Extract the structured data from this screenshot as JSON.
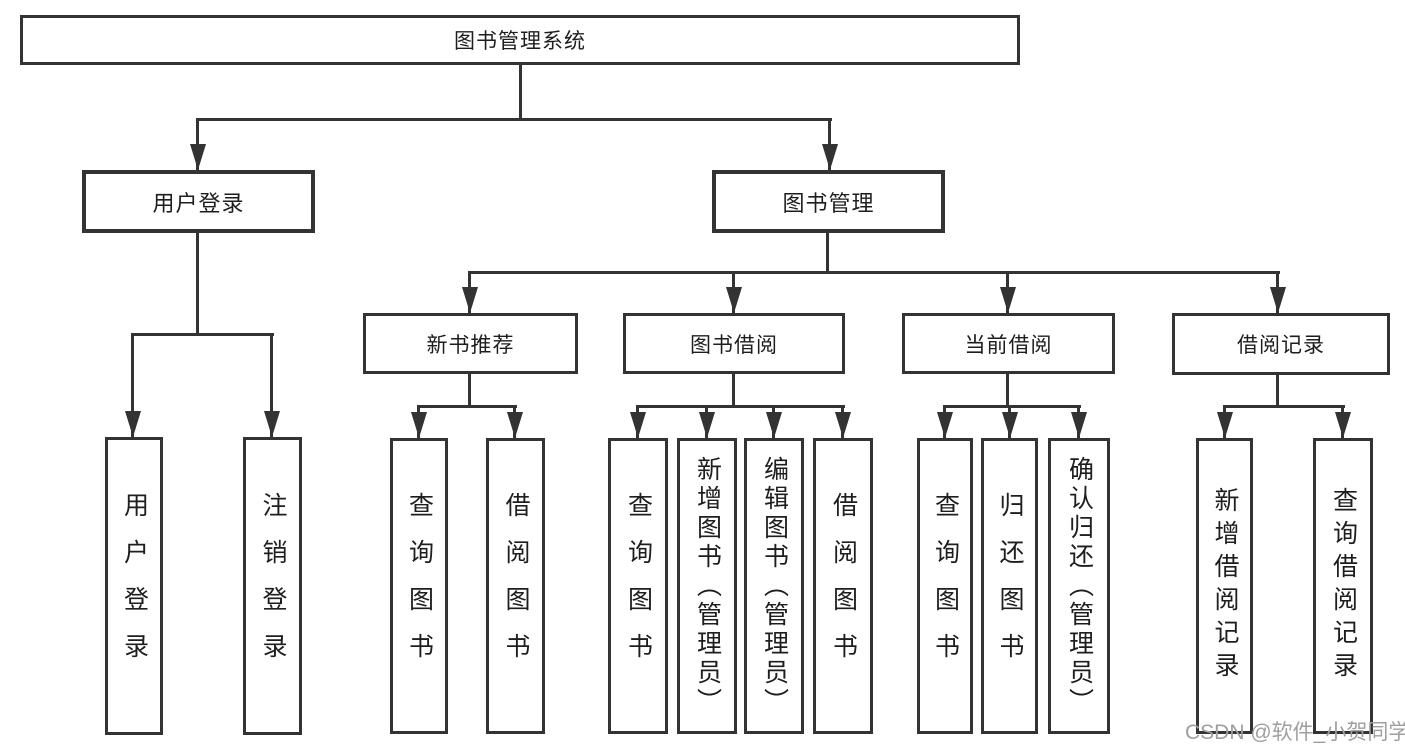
{
  "diagram": {
    "tree": {
      "root": {
        "label": "图书管理系统",
        "children": [
          {
            "label": "用户登录",
            "children": [
              {
                "label": "用户登录"
              },
              {
                "label": "注销登录"
              }
            ]
          },
          {
            "label": "图书管理",
            "children": [
              {
                "label": "新书推荐",
                "children": [
                  {
                    "label": "查询图书"
                  },
                  {
                    "label": "借阅图书"
                  }
                ]
              },
              {
                "label": "图书借阅",
                "children": [
                  {
                    "label": "查询图书"
                  },
                  {
                    "label": "新增图书（管理员）"
                  },
                  {
                    "label": "编辑图书（管理员）"
                  },
                  {
                    "label": "借阅图书"
                  }
                ]
              },
              {
                "label": "当前借阅",
                "children": [
                  {
                    "label": "查询图书"
                  },
                  {
                    "label": "归还图书"
                  },
                  {
                    "label": "确认归还（管理员）"
                  }
                ]
              },
              {
                "label": "借阅记录",
                "children": [
                  {
                    "label": "新增借阅记录"
                  },
                  {
                    "label": "查询借阅记录"
                  }
                ]
              }
            ]
          }
        ]
      }
    },
    "watermark": "CSDN @软件_小贺同学",
    "colors": {
      "line": "#333333",
      "text": "#1e1e1e",
      "box_background": "#ffffff",
      "watermark": "#9f9f9f",
      "page_background": "#ffffff"
    }
  }
}
